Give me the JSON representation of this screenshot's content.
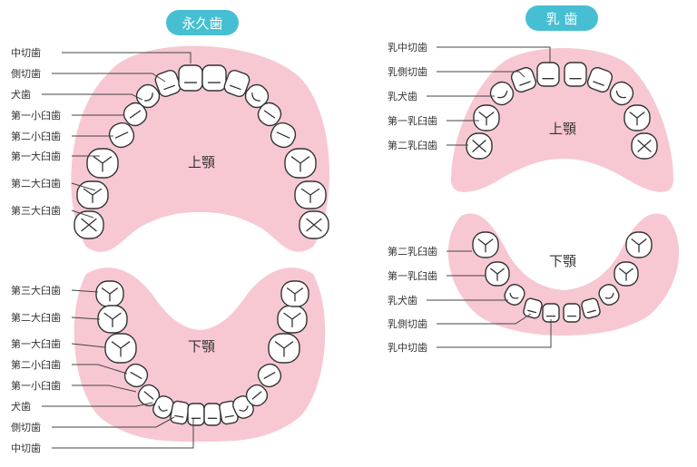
{
  "colors": {
    "gum": "#f7c8d2",
    "badge": "#46bfd3",
    "line": "#444444"
  },
  "permanent": {
    "title": "永久歯",
    "upper_label": "上顎",
    "lower_label": "下顎",
    "upper_teeth_labels": [
      "中切歯",
      "側切歯",
      "犬歯",
      "第一小臼歯",
      "第二小臼歯",
      "第一大臼歯",
      "第二大臼歯",
      "第三大臼歯"
    ],
    "lower_teeth_labels": [
      "第三大臼歯",
      "第二大臼歯",
      "第一大臼歯",
      "第二小臼歯",
      "第一小臼歯",
      "犬歯",
      "側切歯",
      "中切歯"
    ]
  },
  "primary": {
    "title": "乳 歯",
    "upper_label": "上顎",
    "lower_label": "下顎",
    "upper_teeth_labels": [
      "乳中切歯",
      "乳側切歯",
      "乳犬歯",
      "第一乳臼歯",
      "第二乳臼歯"
    ],
    "lower_teeth_labels": [
      "第二乳臼歯",
      "第一乳臼歯",
      "乳犬歯",
      "乳側切歯",
      "乳中切歯"
    ]
  }
}
